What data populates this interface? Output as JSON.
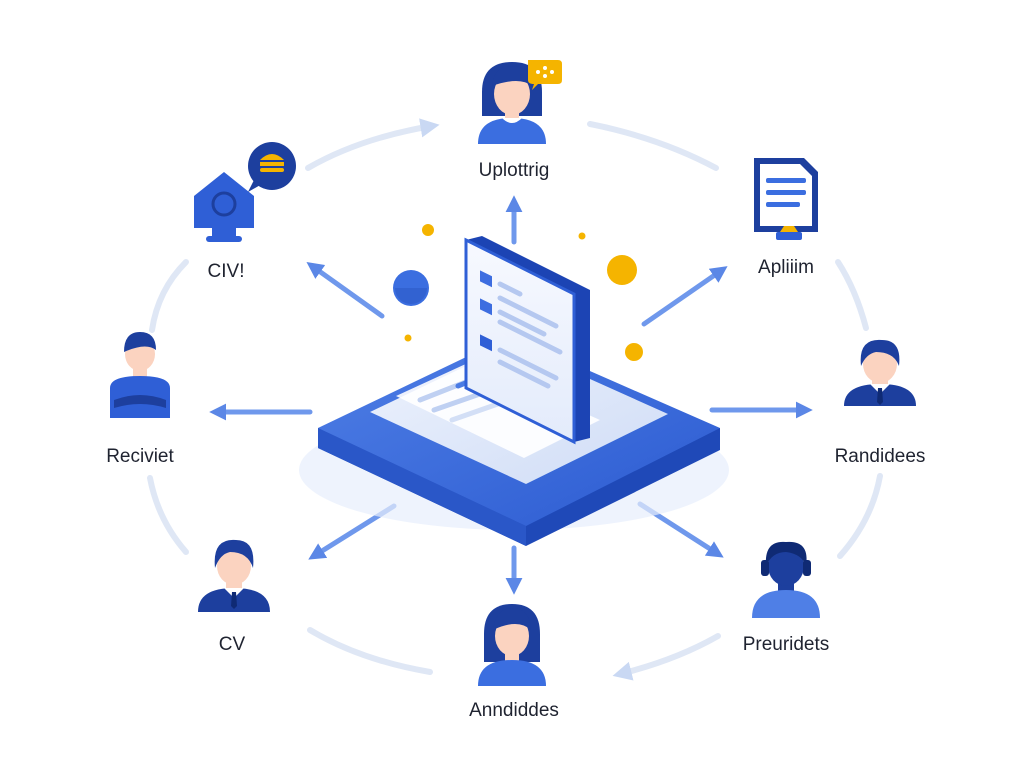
{
  "diagram": {
    "nodes": [
      {
        "id": "top",
        "label": "Uplottrig",
        "icon": "female-user-chat-icon"
      },
      {
        "id": "top-left",
        "label": "CIV!",
        "icon": "house-chat-icon"
      },
      {
        "id": "top-right",
        "label": "Apliiim",
        "icon": "document-folder-icon"
      },
      {
        "id": "left",
        "label": "Reciviet",
        "icon": "user-arms-crossed-icon"
      },
      {
        "id": "right",
        "label": "Randidees",
        "icon": "male-user-tie-icon"
      },
      {
        "id": "bottom-left",
        "label": "CV",
        "icon": "male-user-tie-icon"
      },
      {
        "id": "bottom",
        "label": "Anndiddes",
        "icon": "female-user-icon"
      },
      {
        "id": "bottom-right",
        "label": "Preuridets",
        "icon": "user-headset-icon"
      }
    ],
    "center": {
      "icon": "cv-platform-icon"
    },
    "colors": {
      "primary": "#2f5fd6",
      "dark": "#1d3f9e",
      "light": "#6f98ec",
      "accent": "#f5b400",
      "skin": "#fbd3c0",
      "ring": "#dfe7f5"
    }
  }
}
